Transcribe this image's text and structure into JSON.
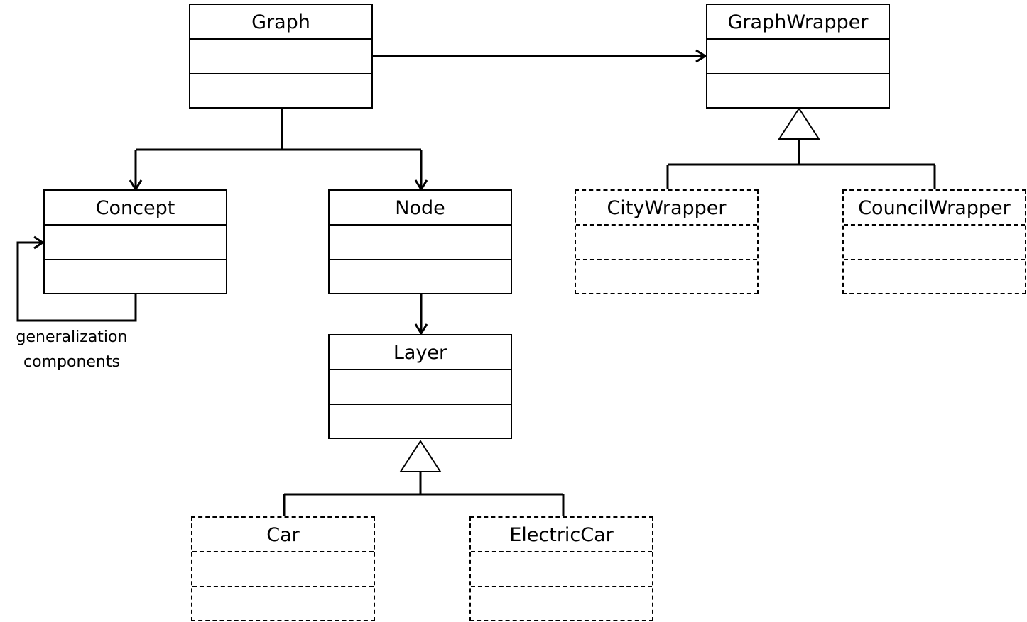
{
  "classes": {
    "graph": "Graph",
    "graph_wrapper": "GraphWrapper",
    "concept": "Concept",
    "node": "Node",
    "layer": "Layer",
    "city_wrapper": "CityWrapper",
    "council_wrapper": "CouncilWrapper",
    "car": "Car",
    "electric_car": "ElectricCar"
  },
  "labels": {
    "self_reference_line1": "generalization",
    "self_reference_line2": "components"
  },
  "relationships": [
    {
      "from": "Graph",
      "to": "GraphWrapper",
      "type": "association"
    },
    {
      "from": "Graph",
      "to": "Concept",
      "type": "association"
    },
    {
      "from": "Graph",
      "to": "Node",
      "type": "association"
    },
    {
      "from": "Node",
      "to": "Layer",
      "type": "association"
    },
    {
      "from": "Concept",
      "to": "Concept",
      "type": "association"
    },
    {
      "from": "CityWrapper",
      "to": "GraphWrapper",
      "type": "generalization"
    },
    {
      "from": "CouncilWrapper",
      "to": "GraphWrapper",
      "type": "generalization"
    },
    {
      "from": "Car",
      "to": "Layer",
      "type": "generalization"
    },
    {
      "from": "ElectricCar",
      "to": "Layer",
      "type": "generalization"
    }
  ],
  "colors": {
    "line": "#000000",
    "background": "#ffffff"
  }
}
